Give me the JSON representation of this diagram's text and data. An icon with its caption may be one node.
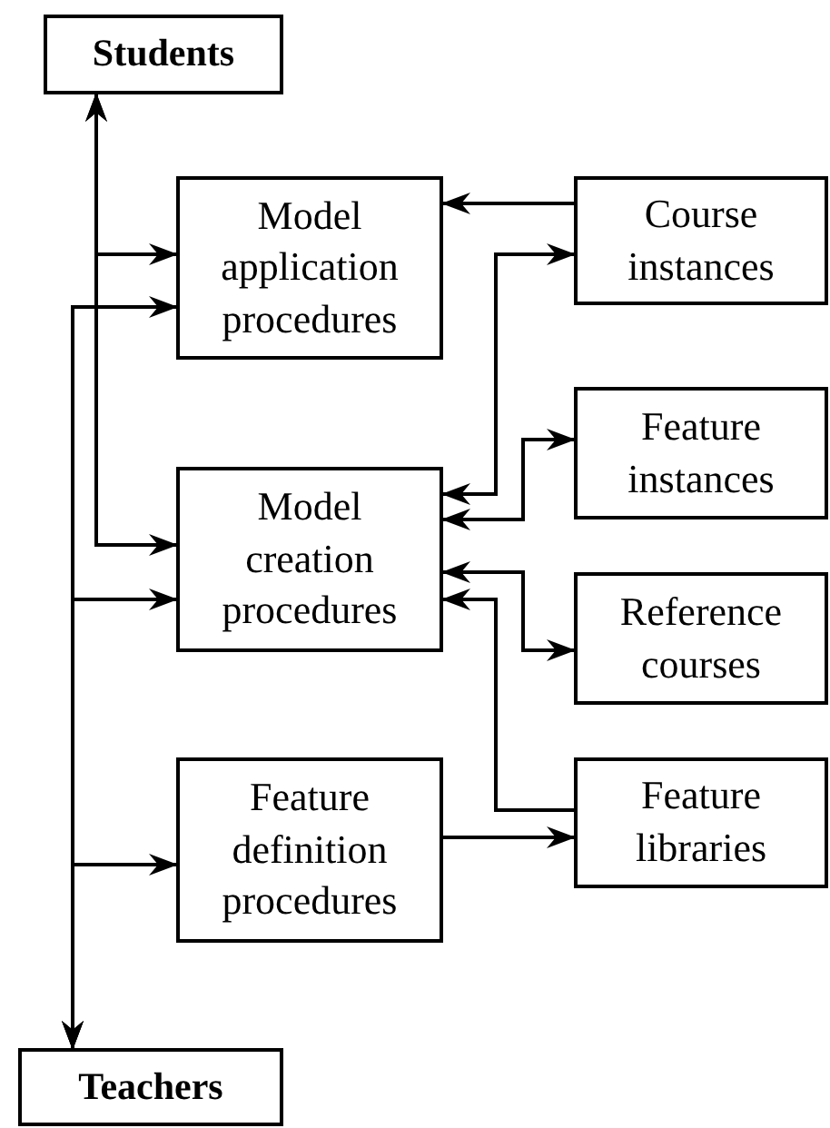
{
  "diagram": {
    "nodes": [
      {
        "text": [
          "Students"
        ]
      },
      {
        "text": [
          "Model application procedures"
        ]
      },
      {
        "text": [
          "Course instances"
        ]
      },
      {
        "text": [
          "Model creation procedures"
        ]
      },
      {
        "text": [
          "Feature instances"
        ]
      },
      {
        "text": [
          "Reference courses"
        ]
      },
      {
        "text": [
          "Feature definition procedures"
        ]
      },
      {
        "text": [
          "Feature libraries"
        ]
      },
      {
        "text": [
          "Teachers"
        ]
      }
    ],
    "edges": [
      {
        "from": 0,
        "to": 1,
        "arrow": "both"
      },
      {
        "from": 0,
        "to": 3,
        "arrow": "both"
      },
      {
        "from": 8,
        "to": 1,
        "arrow": "both"
      },
      {
        "from": 8,
        "to": 3,
        "arrow": "both"
      },
      {
        "from": 8,
        "to": 6,
        "arrow": "both"
      },
      {
        "from": 2,
        "to": 1,
        "arrow": "to"
      },
      {
        "from": 3,
        "to": 2,
        "arrow": "both"
      },
      {
        "from": 3,
        "to": 4,
        "arrow": "both"
      },
      {
        "from": 3,
        "to": 5,
        "arrow": "both"
      },
      {
        "from": 7,
        "to": 3,
        "arrow": "to"
      },
      {
        "from": 6,
        "to": 7,
        "arrow": "to"
      }
    ]
  }
}
